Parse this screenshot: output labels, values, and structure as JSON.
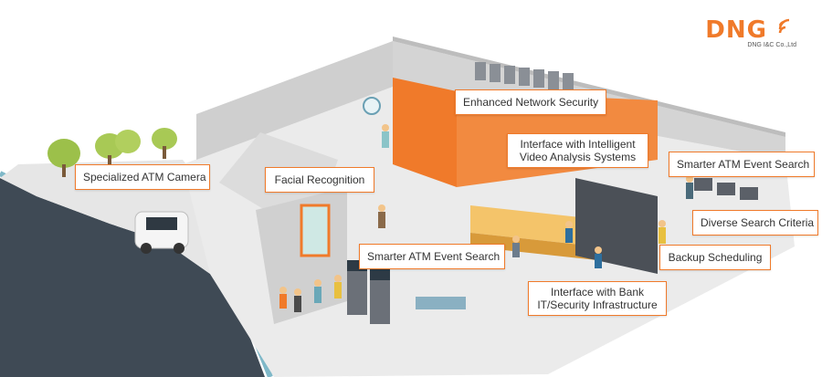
{
  "brand": {
    "logo_text": "DNG",
    "company": "DNG I&C Co.,Ltd",
    "accent_color": "#f07a2a",
    "icon": "wifi-signal-icon"
  },
  "labels": {
    "specialized_atm_camera": "Specialized ATM Camera",
    "facial_recognition": "Facial Recognition",
    "enhanced_network_security": "Enhanced Network Security",
    "intelligent_video_line1": "Interface with Intelligent",
    "intelligent_video_line2": "Video Analysis Systems",
    "smarter_atm_event_search_right": "Smarter ATM Event Search",
    "smarter_atm_event_search_center": "Smarter ATM Event Search",
    "diverse_search_criteria": "Diverse Search Criteria",
    "backup_scheduling": "Backup Scheduling",
    "bank_interface_line1": "Interface with Bank",
    "bank_interface_line2": "IT/Security Infrastructure"
  }
}
